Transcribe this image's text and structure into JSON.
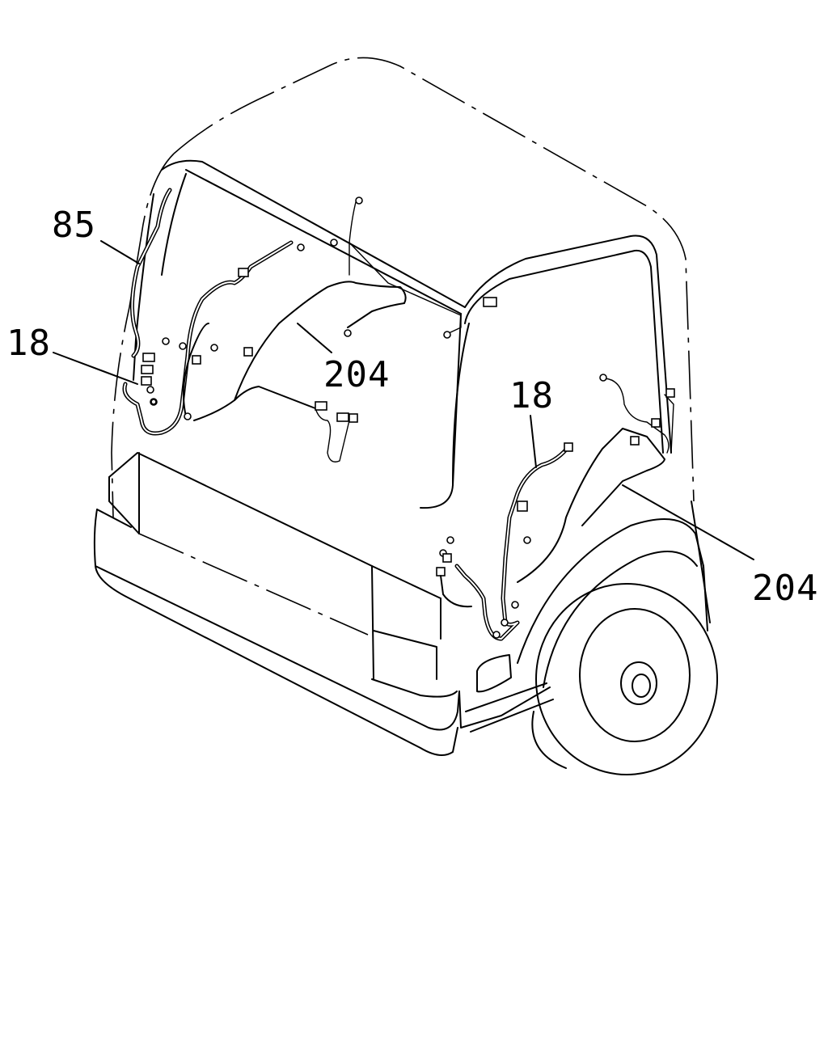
{
  "diagram": {
    "callouts": {
      "c85": "85",
      "c18_left": "18",
      "c204_center": "204",
      "c18_right": "18",
      "c204_right": "204"
    },
    "line_color": "#000000",
    "background_color": "#ffffff"
  }
}
